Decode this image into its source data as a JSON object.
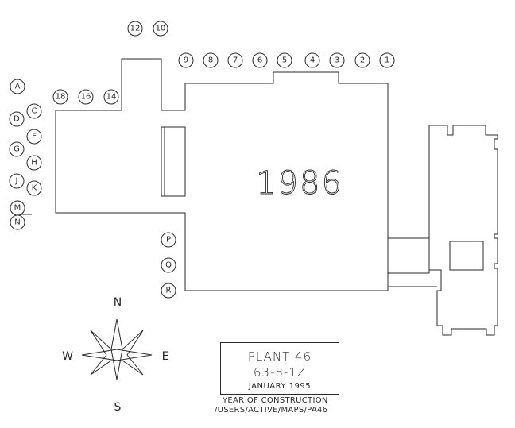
{
  "building": {
    "year": "1986"
  },
  "column_bubbles": [
    {
      "label": "12"
    },
    {
      "label": "10"
    },
    {
      "label": "9"
    },
    {
      "label": "8"
    },
    {
      "label": "7"
    },
    {
      "label": "6"
    },
    {
      "label": "5"
    },
    {
      "label": "4"
    },
    {
      "label": "3"
    },
    {
      "label": "2"
    },
    {
      "label": "1"
    },
    {
      "label": "18"
    },
    {
      "label": "16"
    },
    {
      "label": "14"
    }
  ],
  "row_bubbles": [
    {
      "label": "A"
    },
    {
      "label": "C"
    },
    {
      "label": "D"
    },
    {
      "label": "F"
    },
    {
      "label": "G"
    },
    {
      "label": "H"
    },
    {
      "label": "J"
    },
    {
      "label": "K"
    },
    {
      "label": "M"
    },
    {
      "label": "N"
    },
    {
      "label": "P"
    },
    {
      "label": "Q"
    },
    {
      "label": "R"
    }
  ],
  "compass": {
    "north": "N",
    "east": "E",
    "south": "S",
    "west": "W"
  },
  "title_block": {
    "plant": "PLANT  46",
    "code": "63-8-1Z",
    "date": "JANUARY 1995"
  },
  "notes": {
    "line1": "YEAR OF CONSTRUCTION",
    "line2": "/USERS/ACTIVE/MAPS/PA46"
  },
  "colors": {
    "ink": "#2a2a2a",
    "paper": "#ffffff"
  }
}
